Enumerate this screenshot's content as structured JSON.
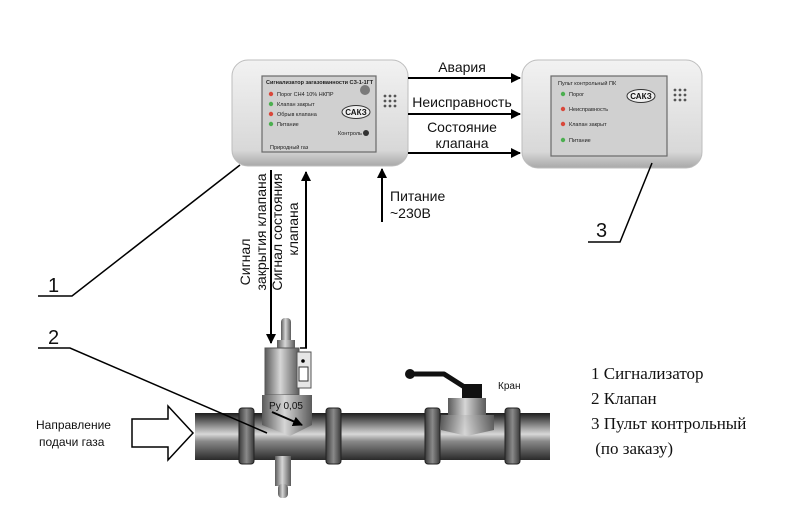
{
  "signaling_device": {
    "title": "Сигнализатор загазованности СЗ-1-1ГТ",
    "indicators": [
      {
        "label": "Порог CH4 10% НКПР",
        "color": "#d9483b"
      },
      {
        "label": "Клапан закрыт",
        "color": "#4caf50"
      },
      {
        "label": "Обрыв клапана",
        "color": "#d9483b"
      },
      {
        "label": "Питание",
        "color": "#4caf50"
      }
    ],
    "brand": "САКЗ",
    "control_label": "Контроль",
    "gas_label": "Природный газ"
  },
  "control_panel": {
    "title": "Пульт контрольный ПК",
    "indicators": [
      {
        "label": "Порог",
        "color": "#4caf50"
      },
      {
        "label": "Неисправность",
        "color": "#d9483b"
      },
      {
        "label": "Клапан закрыт",
        "color": "#d9483b"
      },
      {
        "label": "Питание",
        "color": "#4caf50"
      }
    ],
    "brand": "САКЗ"
  },
  "signals": {
    "alarm": "Авария",
    "fault": "Неисправность",
    "valve_state_line1": "Состояние",
    "valve_state_line2": "клапана",
    "power_line1": "Питание",
    "power_line2": "~230В",
    "close_signal_line1": "Сигнал",
    "close_signal_line2": "закрытия клапана",
    "state_signal_line1": "Сигнал состояния",
    "state_signal_line2": "клапана"
  },
  "pipeline": {
    "valve_rating": "Ру 0,05",
    "tap_label": "Кран",
    "flow_line1": "Направление",
    "flow_line2": "подачи газа"
  },
  "callouts": {
    "c1": "1",
    "c2": "2",
    "c3": "3"
  },
  "legend": [
    "1 Сигнализатор",
    "2 Клапан",
    "3 Пульт контрольный",
    " (по заказу)"
  ]
}
